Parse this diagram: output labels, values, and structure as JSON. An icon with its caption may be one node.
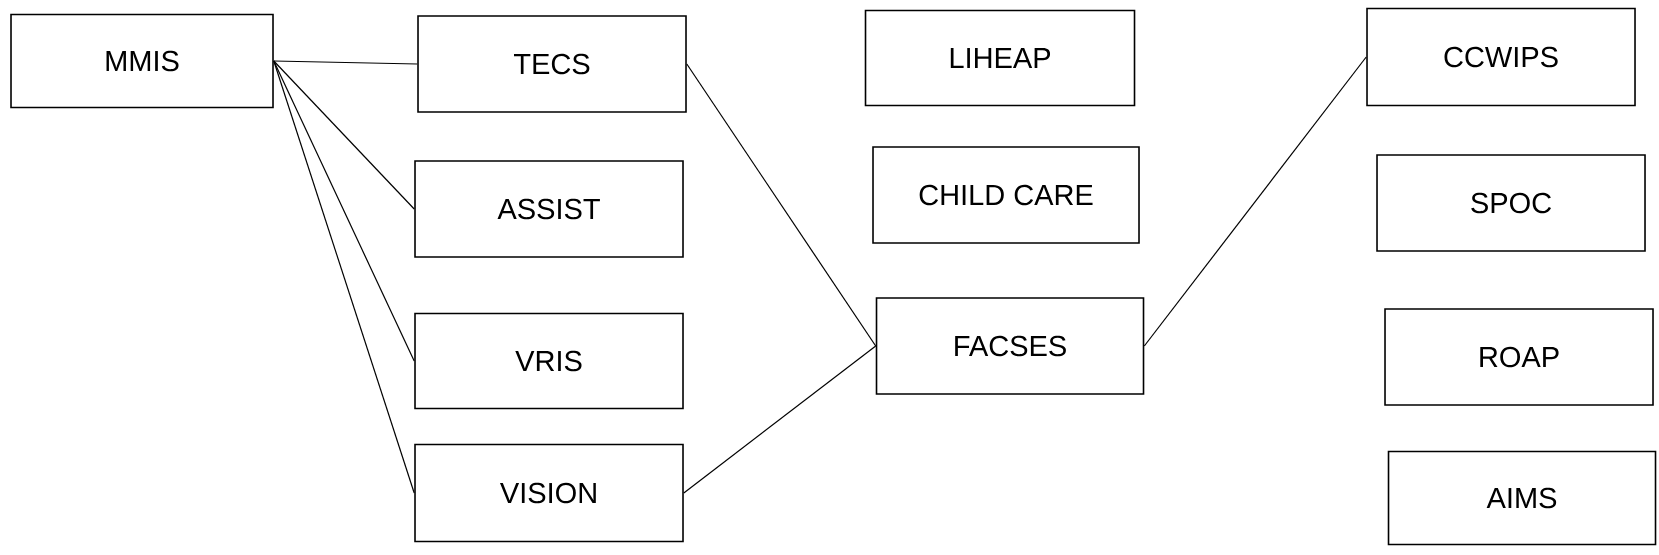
{
  "diagram": {
    "nodes": [
      {
        "text": [
          "MMIS"
        ]
      },
      {
        "text": [
          "TECS"
        ]
      },
      {
        "text": [
          "ASSIST"
        ]
      },
      {
        "text": [
          "VRIS"
        ]
      },
      {
        "text": [
          "VISION"
        ]
      },
      {
        "text": [
          "LIHEAP"
        ]
      },
      {
        "text": [
          "CHILD CARE"
        ]
      },
      {
        "text": [
          "FACSES"
        ]
      },
      {
        "text": [
          "CCWIPS"
        ]
      },
      {
        "text": [
          "SPOC"
        ]
      },
      {
        "text": [
          "ROAP"
        ]
      },
      {
        "text": [
          "AIMS"
        ]
      }
    ],
    "edges": [
      {
        "from": 0,
        "to": 1,
        "arrow": "none"
      },
      {
        "from": 0,
        "to": 2,
        "arrow": "none"
      },
      {
        "from": 0,
        "to": 3,
        "arrow": "none"
      },
      {
        "from": 0,
        "to": 4,
        "arrow": "none"
      },
      {
        "from": 1,
        "to": 7,
        "arrow": "none"
      },
      {
        "from": 4,
        "to": 7,
        "arrow": "none"
      },
      {
        "from": 7,
        "to": 8,
        "arrow": "none"
      }
    ]
  }
}
